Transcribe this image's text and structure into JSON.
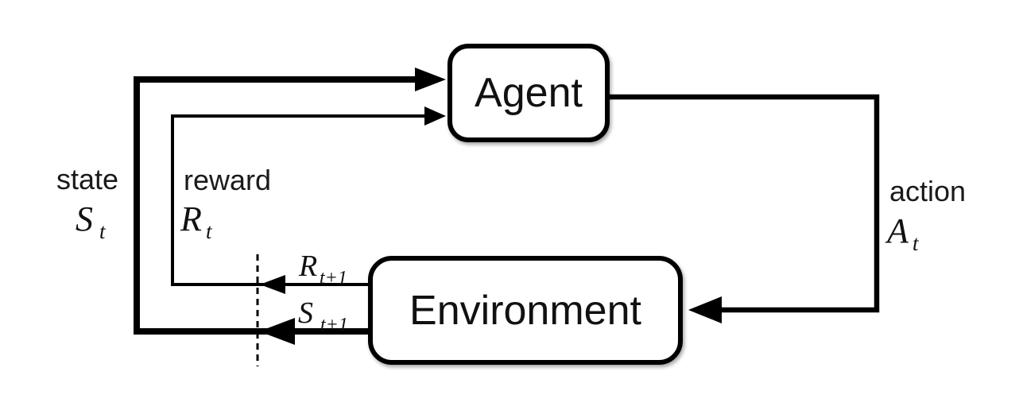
{
  "diagram": {
    "type": "agent-environment-loop",
    "background_color": "#ffffff",
    "line_color": "#000000",
    "nodes": {
      "agent": {
        "label": "Agent"
      },
      "environment": {
        "label": "Environment"
      }
    },
    "edges": {
      "state": {
        "word": "state",
        "symbol": "S",
        "subscript": "t"
      },
      "reward": {
        "word": "reward",
        "symbol": "R",
        "subscript": "t"
      },
      "action": {
        "word": "action",
        "symbol": "A",
        "subscript": "t"
      },
      "next_reward": {
        "symbol": "R",
        "subscript": "t+1"
      },
      "next_state": {
        "symbol": "S",
        "subscript": "t+1"
      }
    }
  }
}
